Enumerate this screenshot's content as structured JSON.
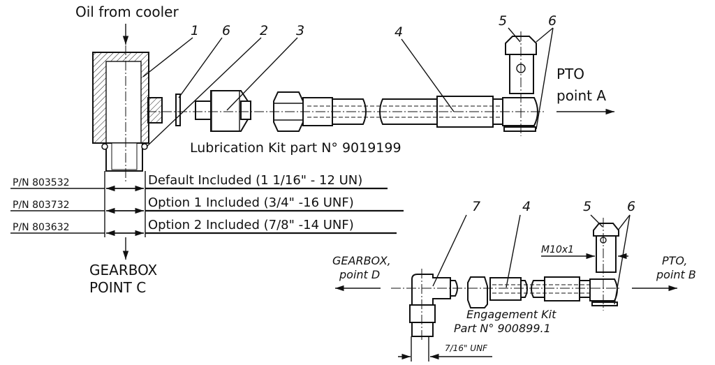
{
  "top": {
    "oil_from_cooler": "Oil from cooler",
    "callouts": [
      "1",
      "6",
      "2",
      "3",
      "4",
      "5",
      "6"
    ],
    "pto_a_line1": "PTO",
    "pto_a_line2": "point A",
    "lubrication_kit": "Lubrication Kit part N° 9019199"
  },
  "options_table": {
    "rows": [
      {
        "pn": "P/N 803532",
        "desc": "Default Included (1 1/16\" - 12 UN)"
      },
      {
        "pn": "P/N 803732",
        "desc": "Option 1 Included (3/4\" -16 UNF)"
      },
      {
        "pn": "P/N 803632",
        "desc": "Option 2 Included (7/8\" -14 UNF)"
      }
    ]
  },
  "gearbox_c": {
    "line1": "GEARBOX",
    "line2": "POINT C"
  },
  "bottom": {
    "callouts": [
      "7",
      "4",
      "5",
      "6"
    ],
    "gearbox_d_line1": "GEARBOX,",
    "gearbox_d_line2": "point D",
    "pto_b_line1": "PTO,",
    "pto_b_line2": "point B",
    "thread_m10": "M10x1",
    "engagement_kit_line1": "Engagement Kit",
    "engagement_kit_line2": "Part N° 900899.1",
    "thread_unf": "7/16\" UNF"
  }
}
